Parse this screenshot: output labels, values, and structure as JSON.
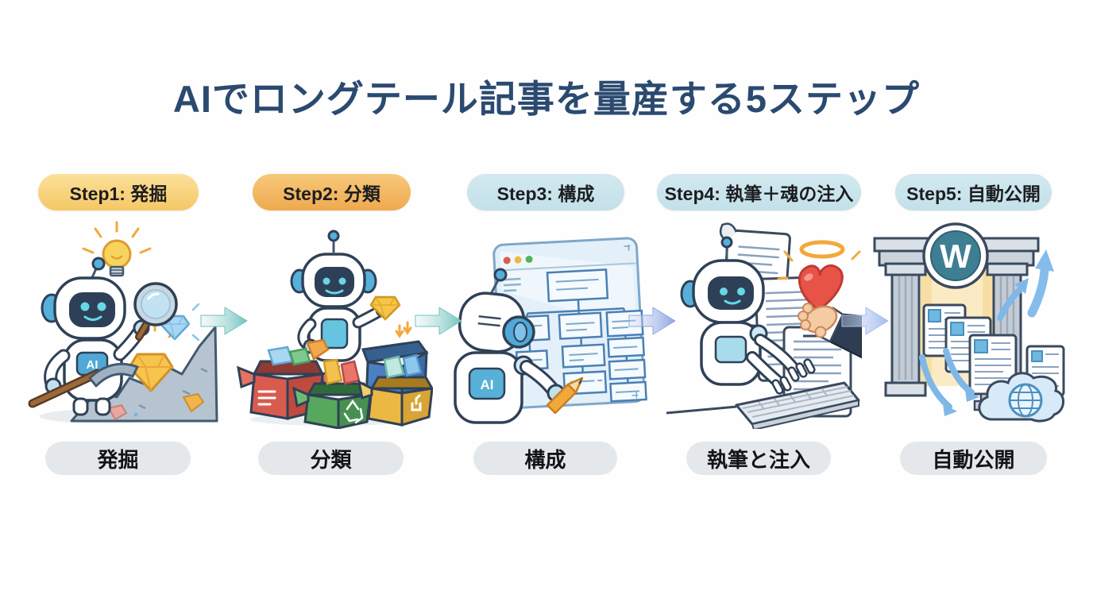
{
  "title": {
    "text": "AIでロングテール記事を量産する5ステップ",
    "color": "#2B4A70"
  },
  "colors": {
    "background": "#FEFEFE",
    "badge_yellow_top": "#FBE19B",
    "badge_yellow_bottom": "#F5C765",
    "badge_orange_top": "#F7C97A",
    "badge_orange_bottom": "#EFA94E",
    "badge_blue": "#C8E3EA",
    "bottom_pill_gray": "#E5E8EA",
    "arrow_teal": "#72C2BE",
    "arrow_periwinkle": "#8EA4E2",
    "arrow_periwinkle_light": "#A6BCEF",
    "title_navy": "#2B4A70"
  },
  "steps": [
    {
      "badge_label": "Step1: 発掘",
      "badge_style": "yellow",
      "bottom_label": "発掘",
      "illustration": "robot-prospector-mining-gems"
    },
    {
      "badge_label": "Step2: 分類",
      "badge_style": "orange",
      "bottom_label": "分類",
      "illustration": "robot-sorting-gems-into-boxes"
    },
    {
      "badge_label": "Step3: 構成",
      "badge_style": "blue",
      "bottom_label": "構成",
      "illustration": "robot-drawing-sitemap-flowchart"
    },
    {
      "badge_label": "Step4: 執筆＋魂の注入",
      "badge_style": "blue",
      "bottom_label": "執筆と注入",
      "illustration": "robot-typing-with-heart-from-human-hand"
    },
    {
      "badge_label": "Step5: 自動公開",
      "badge_style": "blue",
      "bottom_label": "自動公開",
      "illustration": "wordpress-gate-auto-publishing"
    }
  ],
  "arrows": [
    {
      "position": "step1-to-step2",
      "color": "#72C2BE"
    },
    {
      "position": "step2-to-step3",
      "color": "#72C2BE"
    },
    {
      "position": "step3-to-step4",
      "color": "#8EA4E2"
    },
    {
      "position": "step4-to-step5",
      "color": "#A6BCEF"
    }
  ],
  "glyphs": {
    "robot_chest_label": "AI",
    "wordpress_letter": "W"
  }
}
